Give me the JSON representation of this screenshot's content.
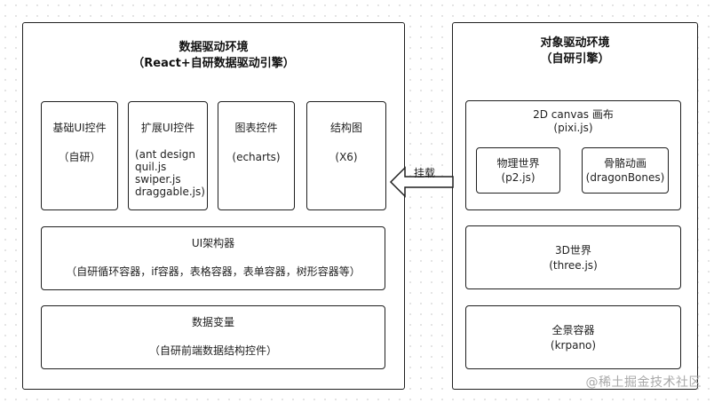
{
  "left_panel": {
    "title": "数据驱动环境",
    "subtitle": "（React+自研数据驱动引擎）",
    "widgets": [
      {
        "label": "基础UI控件",
        "detail": "（自研）"
      },
      {
        "label": "扩展UI控件",
        "detail_lines": [
          "(ant design",
          "quil.js",
          "swiper.js",
          "draggable.js)"
        ]
      },
      {
        "label": "图表控件",
        "detail": "(echarts)"
      },
      {
        "label": "结构图",
        "detail": "(X6)"
      }
    ],
    "ui_architect": {
      "label": "UI架构器",
      "detail": "（自研循环容器，if容器，表格容器，表单容器，树形容器等）"
    },
    "data_vars": {
      "label": "数据变量",
      "detail": "（自研前端数据结构控件）"
    }
  },
  "right_panel": {
    "title": "对象驱动环境",
    "subtitle": "（自研引擎）",
    "canvas2d": {
      "label": "2D canvas 画布",
      "detail": "(pixi.js)",
      "children": [
        {
          "label": "物理世界",
          "detail": "(p2.js)"
        },
        {
          "label": "骨骼动画",
          "detail": "(dragonBones)"
        }
      ]
    },
    "world3d": {
      "label": "3D世界",
      "detail": "(three.js)"
    },
    "panorama": {
      "label": "全景容器",
      "detail": "(krpano)"
    }
  },
  "connector": {
    "label": "挂载"
  },
  "watermark": "@稀土掘金技术社区"
}
